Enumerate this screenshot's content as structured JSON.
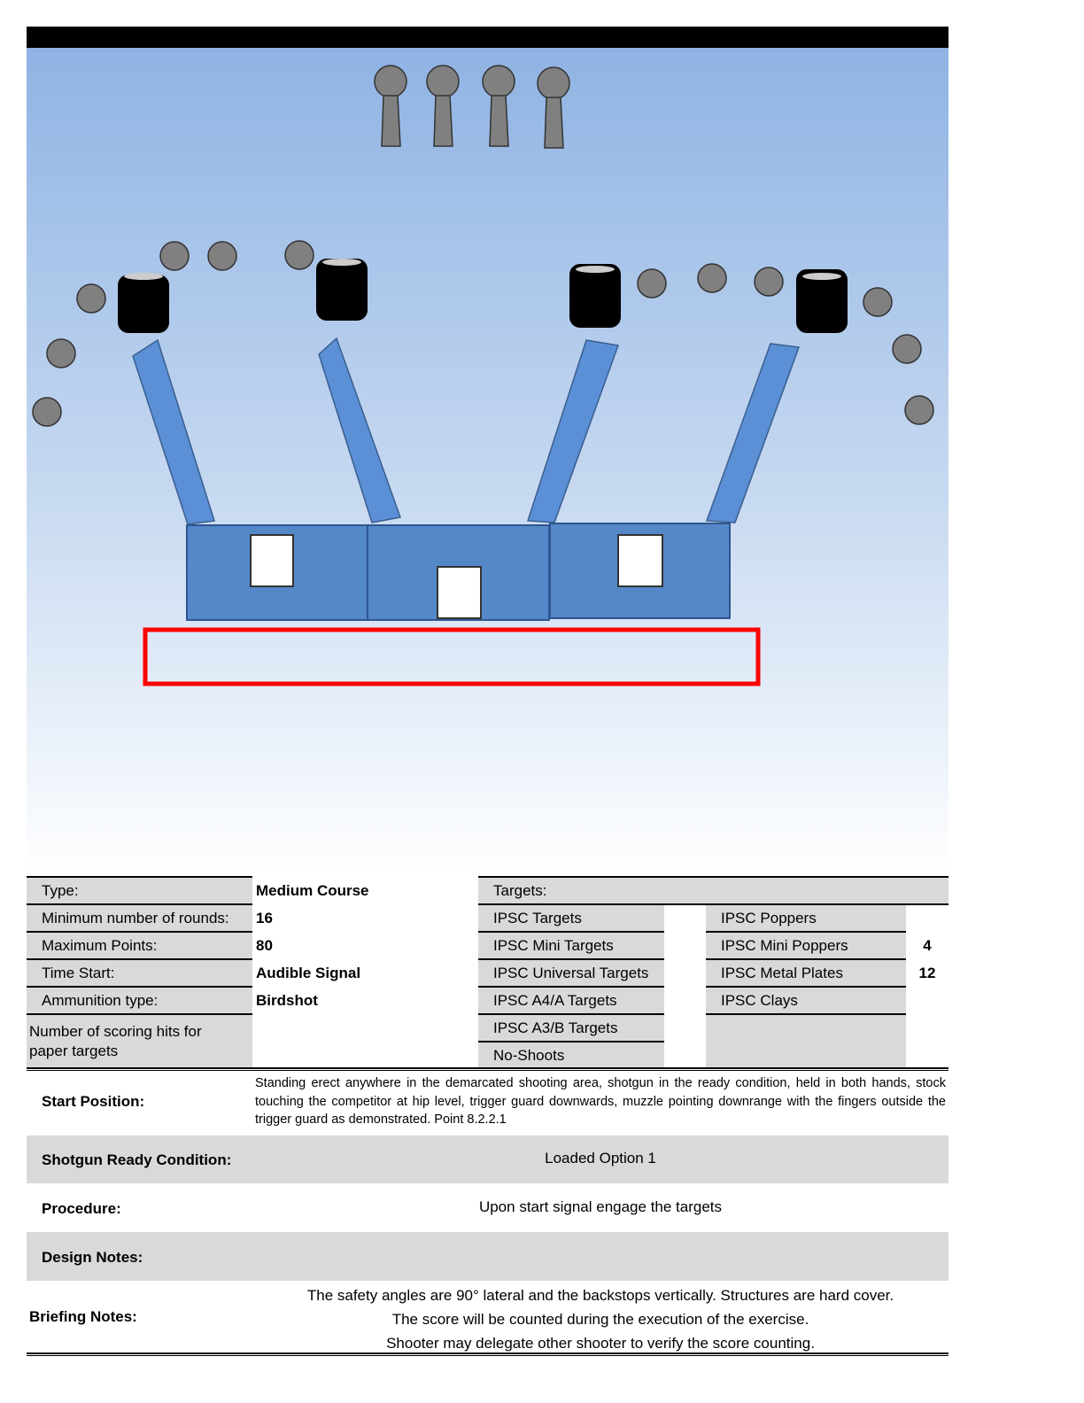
{
  "info": {
    "type_label": "Type:",
    "type_value": "Medium Course",
    "rounds_label": "Minimum number of rounds:",
    "rounds_value": "16",
    "points_label": "Maximum Points:",
    "points_value": "80",
    "time_label": "Time Start:",
    "time_value": "Audible Signal",
    "ammo_label": "Ammunition type:",
    "ammo_value": "Birdshot",
    "hits_label": "Number of scoring hits for paper targets"
  },
  "targets": {
    "header": "Targets:",
    "paper": [
      "IPSC Targets",
      "IPSC Mini Targets",
      "IPSC Universal Targets",
      "IPSC A4/A Targets",
      "IPSC A3/B Targets",
      "No-Shoots"
    ],
    "steel": [
      {
        "name": "IPSC Poppers",
        "count": ""
      },
      {
        "name": "IPSC Mini Poppers",
        "count": "4"
      },
      {
        "name": "IPSC Metal Plates",
        "count": "12"
      },
      {
        "name": "IPSC Clays",
        "count": ""
      }
    ]
  },
  "start_position": {
    "label": "Start Position:",
    "text": "Standing erect anywhere in the demarcated shooting area, shotgun in the ready condition, held in both hands, stock touching the competitor at hip level, trigger guard downwards, muzzle pointing downrange with the fingers outside the trigger guard as demonstrated. Point 8.2.2.1"
  },
  "ready": {
    "label": "Shotgun Ready Condition:",
    "text": "Loaded Option 1"
  },
  "procedure": {
    "label": "Procedure:",
    "text": "Upon start signal engage the targets"
  },
  "design": {
    "label": "Design Notes:"
  },
  "briefing": {
    "label": "Briefing Notes:",
    "lines": [
      "The safety angles are 90° lateral and the backstops vertically. Structures are hard cover.",
      "The score will be counted during the execution of the exercise.",
      "Shooter may delegate other shooter to verify the score counting."
    ]
  },
  "colors": {
    "sky_top": "#8fb3e3",
    "wall": "#5b8fd6",
    "box": "#5588c8",
    "fault_line": "#ff0000",
    "steel": "#808080"
  }
}
